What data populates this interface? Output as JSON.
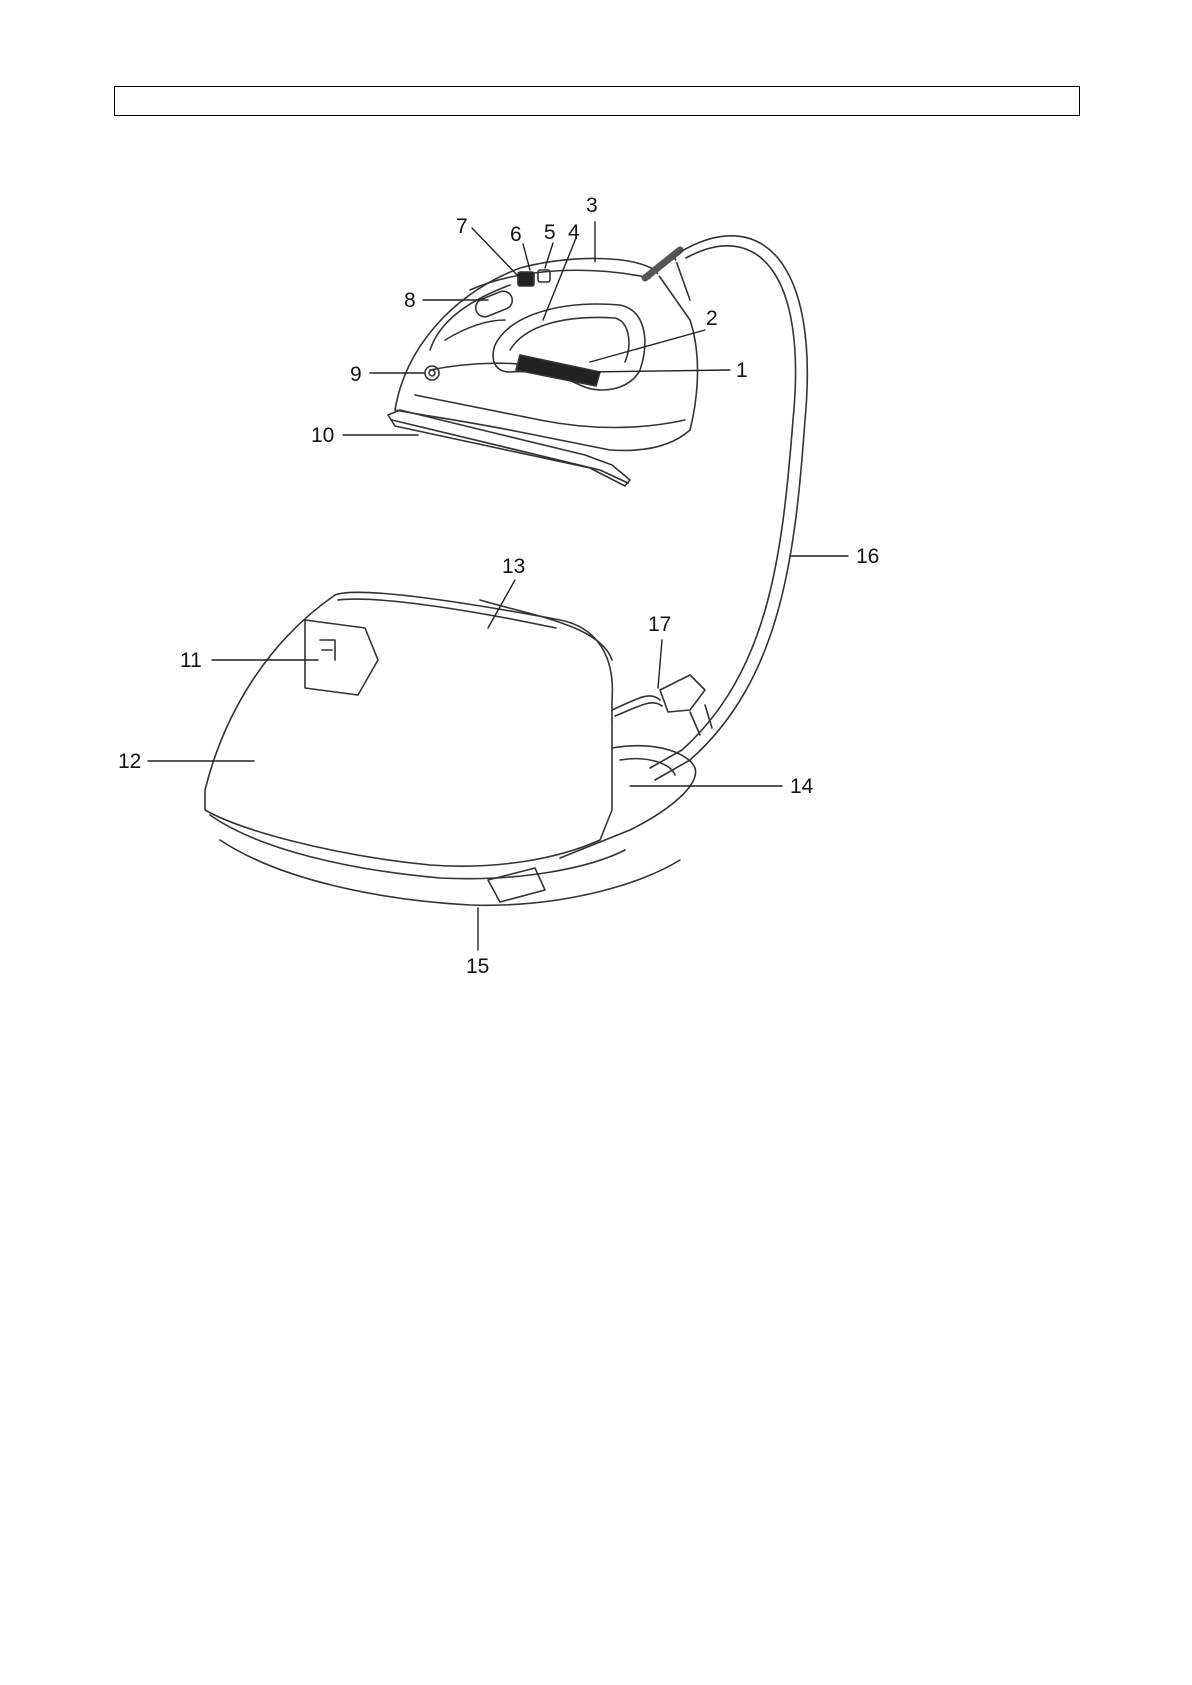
{
  "header": {
    "text": ""
  },
  "diagram": {
    "callouts": [
      {
        "label": "1"
      },
      {
        "label": "2"
      },
      {
        "label": "3"
      },
      {
        "label": "4"
      },
      {
        "label": "5"
      },
      {
        "label": "6"
      },
      {
        "label": "7"
      },
      {
        "label": "8"
      },
      {
        "label": "9"
      },
      {
        "label": "10"
      },
      {
        "label": "11"
      },
      {
        "label": "12"
      },
      {
        "label": "13"
      },
      {
        "label": "14"
      },
      {
        "label": "15"
      },
      {
        "label": "16"
      },
      {
        "label": "17"
      }
    ],
    "stroke_color": "#333333"
  }
}
